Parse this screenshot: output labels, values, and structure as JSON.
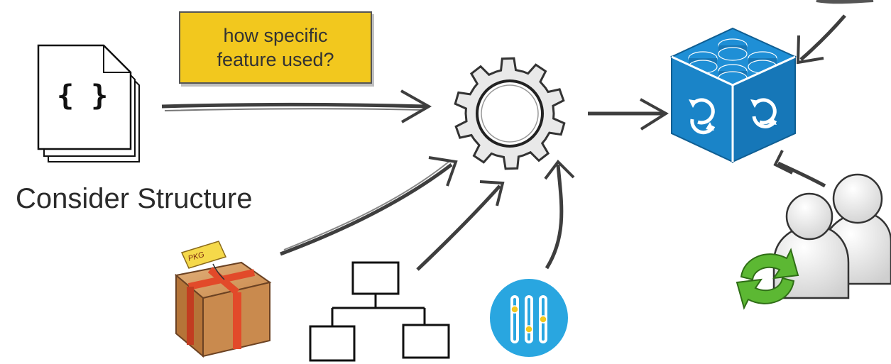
{
  "note": {
    "line1": "how specific",
    "line2": "feature used?"
  },
  "caption": "Consider Structure",
  "document_icon": {
    "glyph": "{ }"
  },
  "package_icon": {
    "tag": "PKG"
  },
  "colors": {
    "note_fill": "#f2c81e",
    "lego_blue": "#1f8fd6",
    "sliders_blue": "#29a6e0",
    "refresh_green": "#5cb833",
    "box_brown": "#c98a4e",
    "ribbon_red": "#e24a2a",
    "arrow_gray": "#4a4a4a"
  },
  "icons": [
    "document-icon",
    "gear-icon",
    "lego-block-icon",
    "package-icon",
    "org-chart-icon",
    "sliders-icon",
    "users-icon",
    "refresh-icon"
  ]
}
